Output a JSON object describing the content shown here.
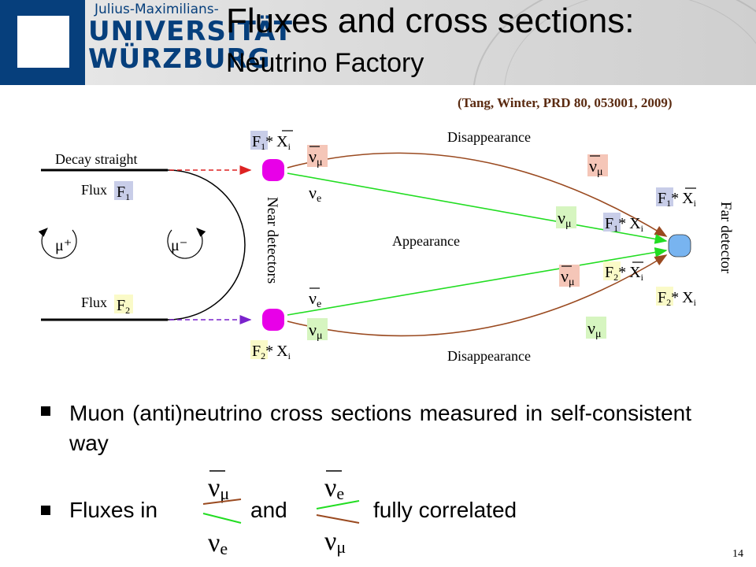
{
  "header": {
    "logo": {
      "line1": "Julius-Maximilians-",
      "line2": "UNIVERSITÄT",
      "line3": "WÜRZBURG"
    },
    "title": "Fluxes and cross sections:",
    "subtitle": "Neutrino Factory"
  },
  "citation": "(Tang, Winter, PRD 80, 053001, 2009)",
  "diagram": {
    "decay_straight": "Decay straight",
    "flux1": "Flux",
    "flux2": "Flux",
    "mu_plus": "μ⁺",
    "mu_minus": "μ⁻",
    "near_detectors": "Near detectors",
    "far_detector": "Far detector",
    "disappearance_top": "Disappearance",
    "disappearance_bottom": "Disappearance",
    "appearance": "Appearance",
    "nu": "ν",
    "sub_mu": "μ",
    "sub_e": "e",
    "F1": "F",
    "F2": "F",
    "X": "X",
    "sub_i": "i",
    "sub_1": "1",
    "sub_2": "2",
    "star": "*",
    "colors": {
      "near_detector": "#e800e8",
      "far_detector": "#78b4f0",
      "appearance_line": "#22dd22",
      "disappearance_line": "#9a4a20",
      "flux1_arrow": "#dd2222",
      "flux2_arrow": "#7a22cc",
      "badge_red": "#f5c6b8",
      "badge_green": "#d6f5c0",
      "badge_blue": "#c8cde8",
      "badge_yellow": "#fafac8"
    }
  },
  "bullets": {
    "b1": "Muon (anti)neutrino cross sections measured in self-consistent way",
    "b2_part1": "Fluxes in",
    "b2_part2": "and",
    "b2_part3": "fully correlated"
  },
  "page_number": "14"
}
